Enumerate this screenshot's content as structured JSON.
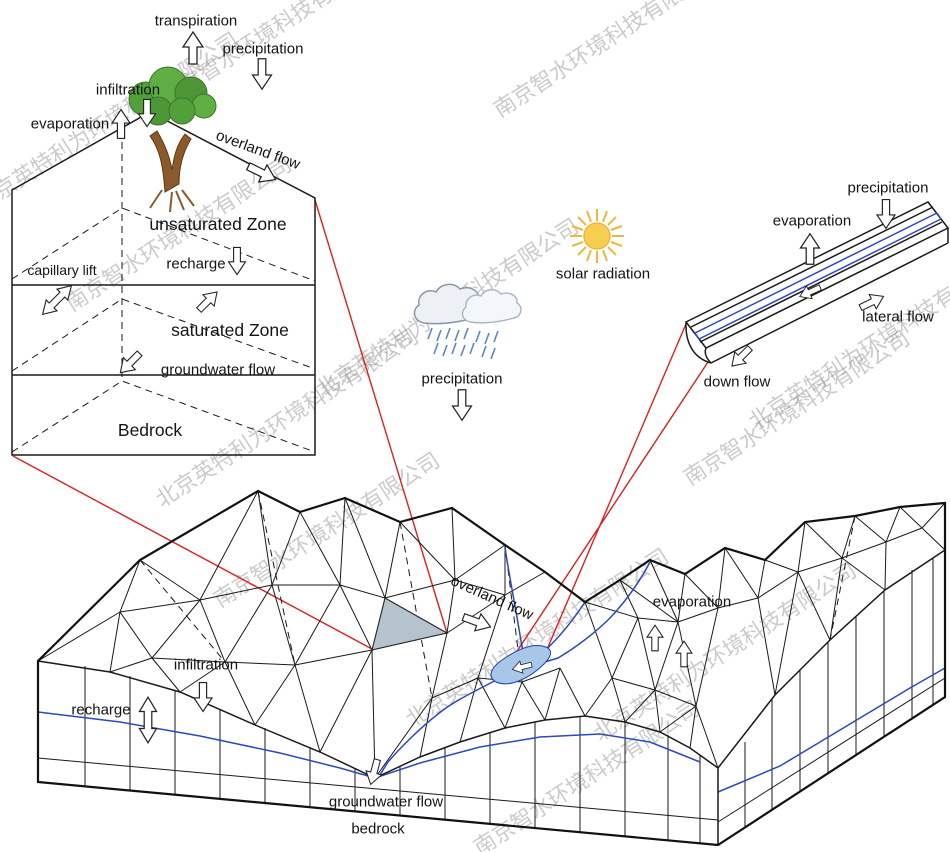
{
  "watermarks": {
    "company_beijing": "北京英特利为环境科技有限公司",
    "company_nanjing": "南京智水环境科技有限公司"
  },
  "soil_column": {
    "transpiration": "transpiration",
    "precipitation": "precipitation",
    "infiltration": "infiltration",
    "evaporation": "evaporation",
    "overland_flow": "overland flow",
    "unsaturated_zone": "unsaturated Zone",
    "recharge": "recharge",
    "capillary_lift": "capillary lift",
    "saturated_zone": "saturated Zone",
    "groundwater_flow": "groundwater flow",
    "bedrock": "Bedrock"
  },
  "atmosphere": {
    "precipitation": "precipitation",
    "solar_radiation": "solar radiation"
  },
  "channel": {
    "precipitation": "precipitation",
    "evaporation": "evaporation",
    "lateral_flow": "lateral flow",
    "down_flow": "down flow"
  },
  "terrain": {
    "overland_flow": "overland flow",
    "evaporation": "evaporation",
    "infiltration": "infiltration",
    "recharge": "recharge",
    "groundwater_flow": "groundwater flow",
    "bedrock": "bedrock"
  }
}
